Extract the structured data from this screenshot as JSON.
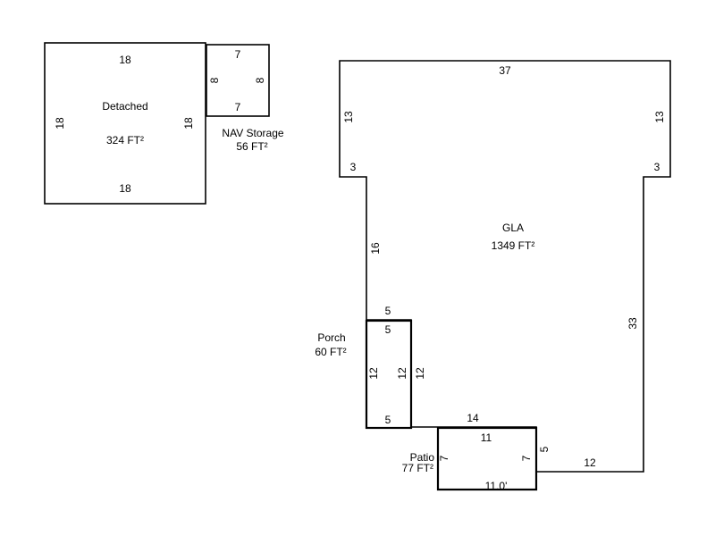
{
  "areas": {
    "detached": {
      "name": "Detached",
      "area": "324 FT²",
      "dims": {
        "top": "18",
        "bottom": "18",
        "left": "18",
        "right": "18"
      }
    },
    "nav_storage": {
      "name": "NAV Storage",
      "area": "56 FT²",
      "dims": {
        "top": "7",
        "bottom": "7",
        "left": "8",
        "right": "8"
      }
    },
    "gla": {
      "name": "GLA",
      "area": "1349 FT²",
      "dims": {
        "top": "37",
        "left_upper": "13",
        "right_upper": "13",
        "left_step": "3",
        "right_step": "3",
        "left_mid": "16",
        "right_long": "33",
        "bottom_right": "12",
        "patio_side": "5",
        "bottom_mid": "14",
        "porch_top": "5",
        "porch_side": "12"
      }
    },
    "porch": {
      "name": "Porch",
      "area": "60 FT²",
      "dims": {
        "top": "5",
        "bottom": "5",
        "left": "12",
        "right": "12"
      }
    },
    "patio": {
      "name": "Patio",
      "area": "77 FT²",
      "dims": {
        "top": "11",
        "bottom": "11.0'",
        "left": "7",
        "right": "7"
      }
    }
  }
}
